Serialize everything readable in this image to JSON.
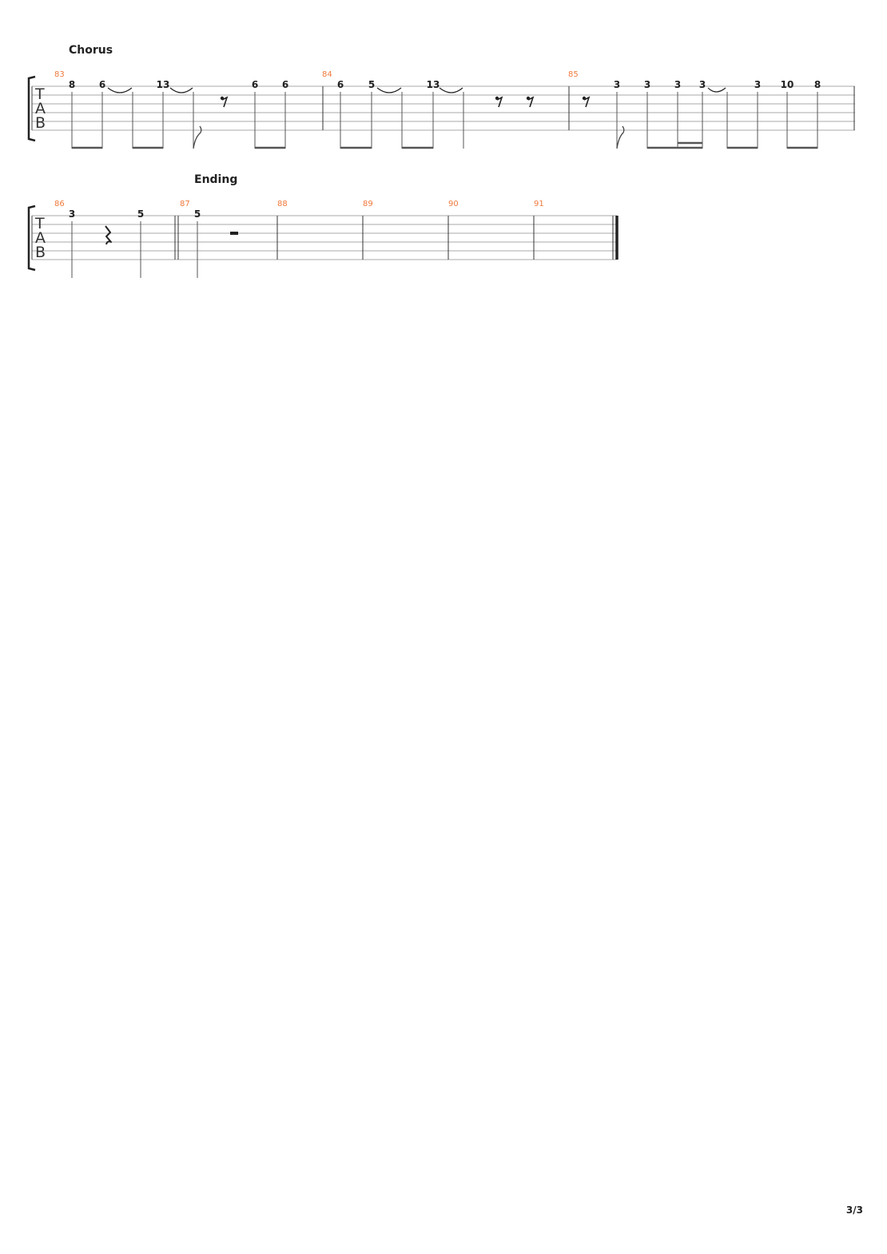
{
  "page": {
    "page_number": "3/3"
  },
  "tab_label": {
    "t": "T",
    "a": "A",
    "b": "B"
  },
  "systems": [
    {
      "section_label": "Chorus",
      "measures": [
        {
          "number": "83",
          "frets": [
            "8",
            "6",
            "13",
            "6",
            "6"
          ]
        },
        {
          "number": "84",
          "frets": [
            "6",
            "5",
            "13"
          ]
        },
        {
          "number": "85",
          "frets": [
            "3",
            "3",
            "3",
            "3",
            "3",
            "10",
            "8"
          ]
        }
      ]
    },
    {
      "section_label": "Ending",
      "measures": [
        {
          "number": "86",
          "frets": [
            "3",
            "5"
          ]
        },
        {
          "number": "87",
          "frets": [
            "5"
          ]
        },
        {
          "number": "88",
          "frets": []
        },
        {
          "number": "89",
          "frets": []
        },
        {
          "number": "90",
          "frets": []
        },
        {
          "number": "91",
          "frets": []
        }
      ]
    }
  ]
}
